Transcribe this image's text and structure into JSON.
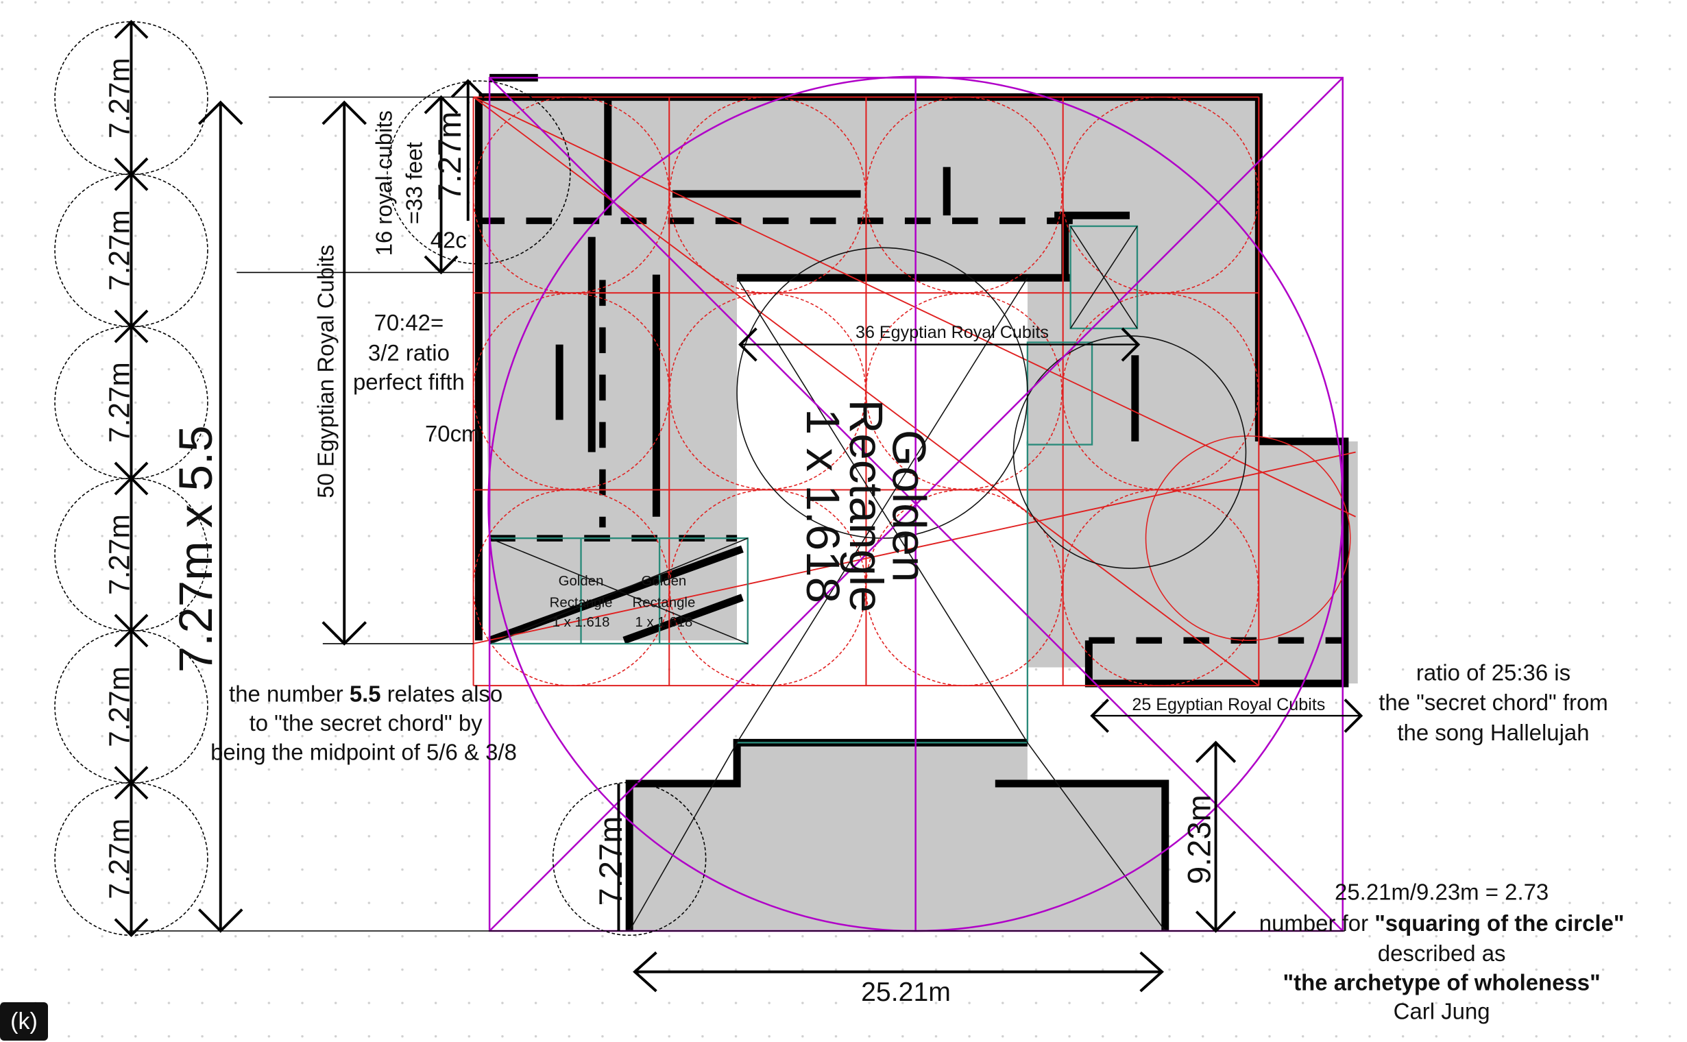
{
  "labels": {
    "chain_segment": "7.27m",
    "total_height": "7.27m x 5.5",
    "cubits_50": "50 Egyptian Royal Cubits",
    "cubits_16_line1": "16 royal cubits",
    "cubits_16_line2": "=33 feet",
    "top_module": "7.27m",
    "cm_42": "42c",
    "cm_70": "70cm",
    "fifth": [
      "70:42=",
      "3/2 ratio",
      "perfect fifth"
    ],
    "cubits_36": "36 Egyptian Royal Cubits",
    "cubits_25": "25 Egyptian Royal Cubits",
    "golden_main": [
      "Golden",
      "Rectangle",
      "1 x 1.618"
    ],
    "golden_small_a": [
      "Golden",
      "Rectangle",
      "1 x 1.618"
    ],
    "golden_small_b": [
      "Golden",
      "Rectangle",
      "1 x 1.618"
    ],
    "lower_module": "7.27m",
    "lower_height": "9.23m",
    "width": "25.21m"
  },
  "notes": {
    "secret_chord": [
      "ratio of 25:36 is",
      "the \"secret chord\" from",
      "the song Hallelujah"
    ],
    "five_five": {
      "pre": "the number ",
      "bold": "5.5",
      "post": " relates also",
      "line2": "to \"the secret chord\" by",
      "line3": "being the midpoint of 5/6 & 3/8"
    },
    "squaring": {
      "line1": "25.21m/9.23m = 2.73",
      "line2_pre": "number for ",
      "line2_bold": "\"squaring of the circle\"",
      "line3": "described as",
      "line4": "\"the archetype of wholeness\"",
      "line5": "Carl Jung"
    }
  },
  "badge": "(k)",
  "colors": {
    "grid_red": "#e02020",
    "purple": "#b000c8",
    "teal": "#2a8a7a",
    "wall": "#000000",
    "room": "#c8c8c8"
  }
}
